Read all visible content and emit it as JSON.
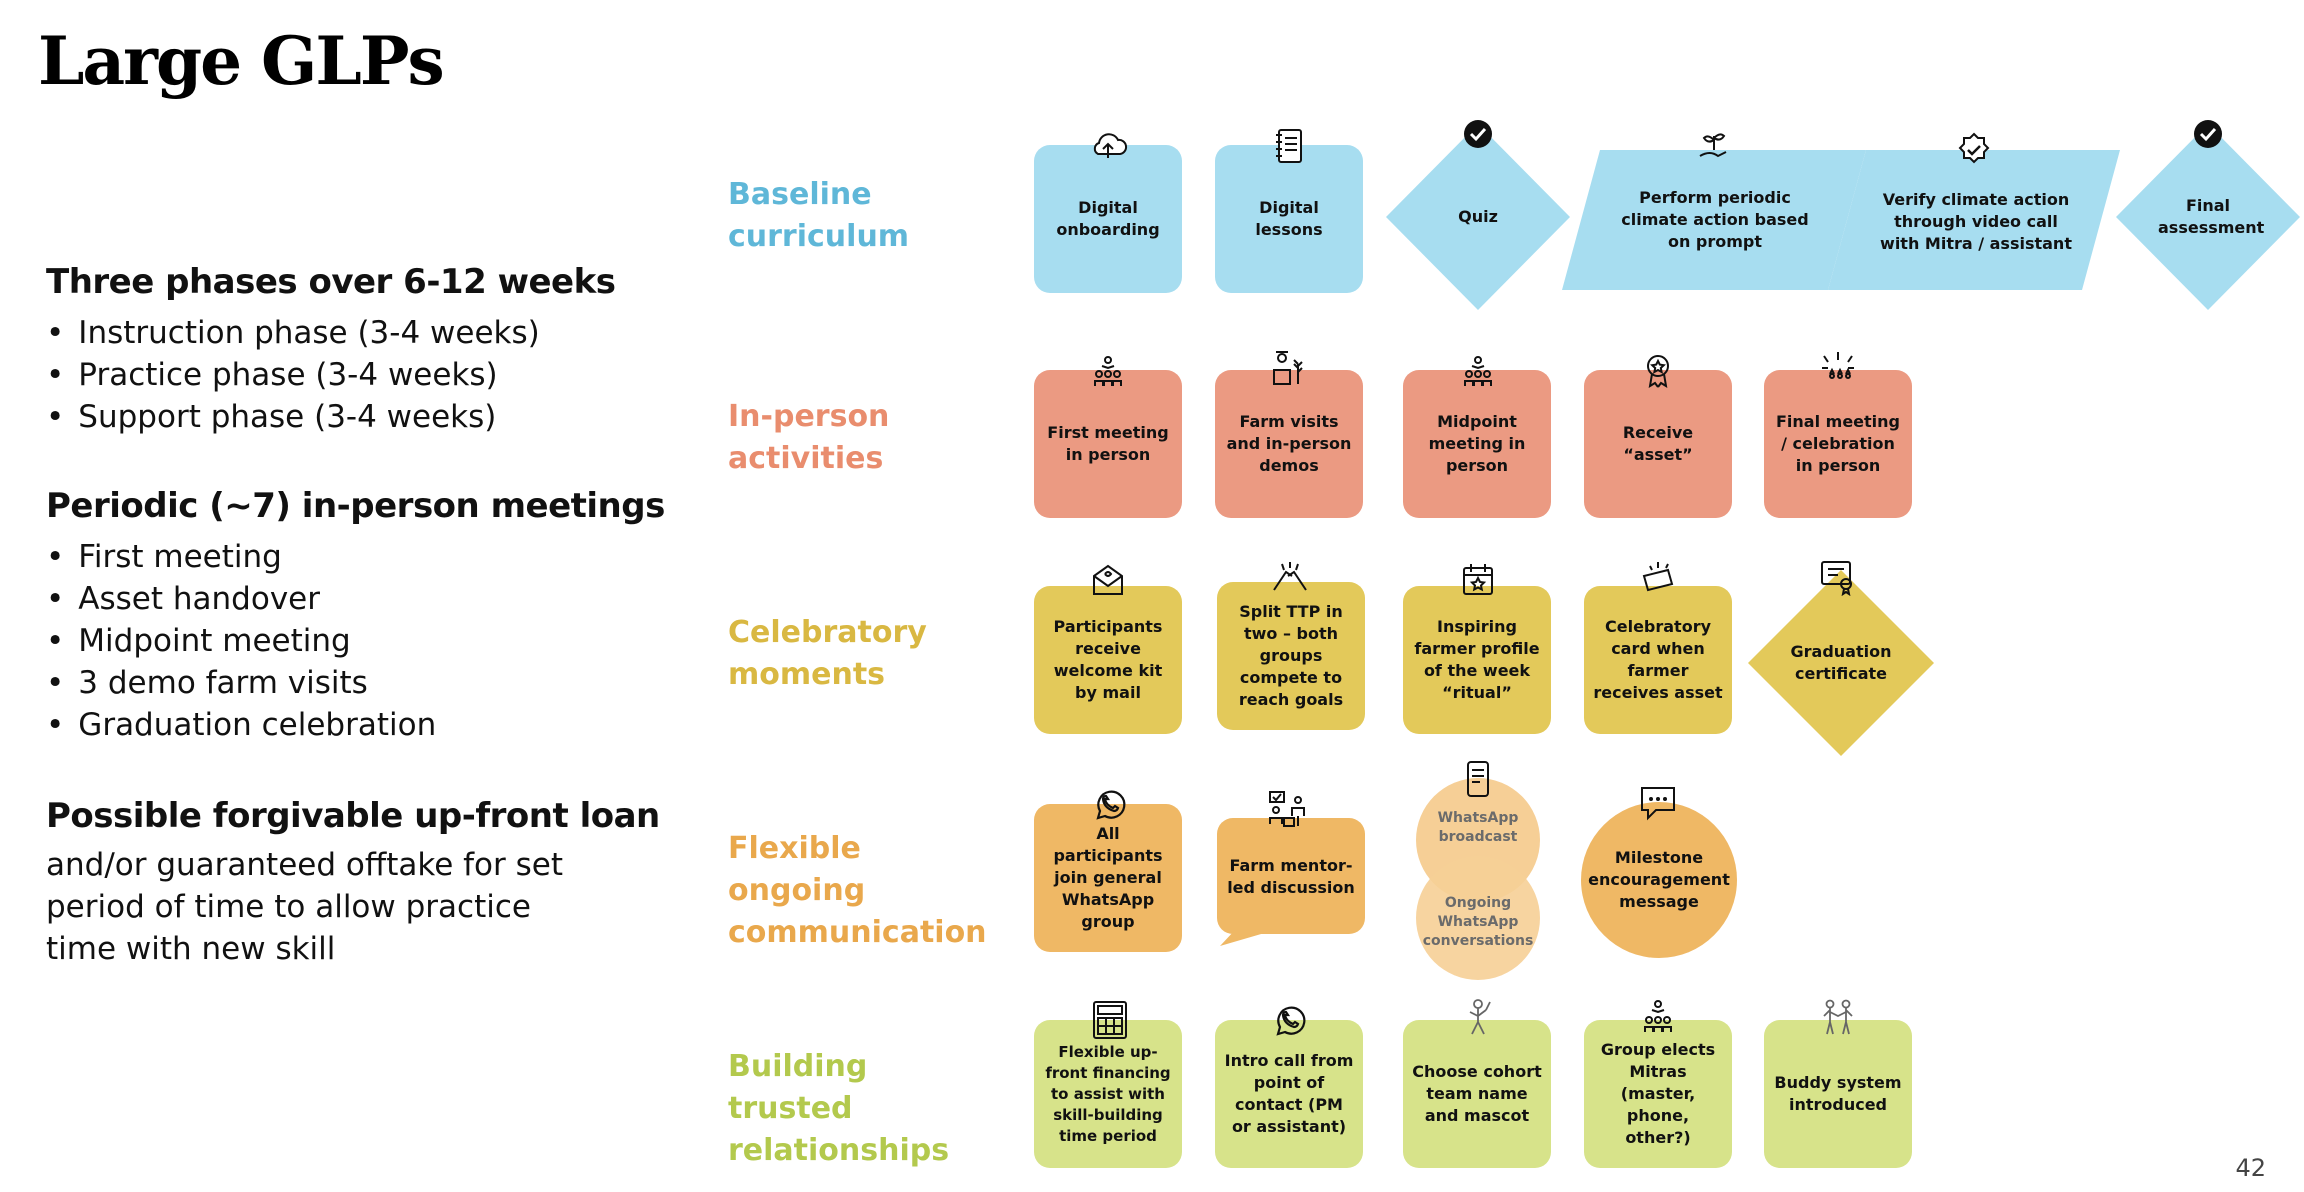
{
  "title": "Large GLPs",
  "page_number": "42",
  "colors": {
    "blue": "#a7ddf0",
    "salmon": "#eb9a82",
    "yellow": "#e3c95a",
    "orange": "#efb865",
    "green": "#d7e38a",
    "label_blue": "#5fb7d8",
    "label_salmon": "#e98d6e",
    "label_yellow": "#d9b842",
    "label_orange": "#e9a84c",
    "label_green": "#b3c94d"
  },
  "left": {
    "h1": "Three phases over 6-12 weeks",
    "phases": [
      "Instruction phase (3-4 weeks)",
      "Practice phase (3-4 weeks)",
      "Support phase (3-4 weeks)"
    ],
    "h2": "Periodic (~7) in-person meetings",
    "meetings": [
      "First meeting",
      "Asset handover",
      "Midpoint meeting",
      "3 demo farm visits",
      "Graduation celebration"
    ],
    "h3": "Possible forgivable up-front loan",
    "p3": "and/or guaranteed offtake for set period of time to allow practice time with new skill"
  },
  "rows": {
    "baseline": {
      "label": "Baseline curriculum",
      "items": [
        "Digital onboarding",
        "Digital lessons",
        "Quiz",
        "Perform periodic climate action based on prompt",
        "Verify climate action through video call with Mitra / assistant",
        "Final assessment"
      ]
    },
    "inperson": {
      "label": "In-person activities",
      "items": [
        "First meeting in person",
        "Farm visits and in-person demos",
        "Midpoint meeting in person",
        "Receive “asset”",
        "Final meeting / celebration in person"
      ]
    },
    "celebratory": {
      "label": "Celebratory moments",
      "items": [
        "Participants receive welcome kit by mail",
        "Split TTP in two – both groups compete to reach goals",
        "Inspiring farmer profile of the week “ritual”",
        "Celebratory card when farmer receives asset",
        "Graduation certificate"
      ]
    },
    "flexible": {
      "label": "Flexible ongoing communication",
      "items": [
        "All participants join general WhatsApp group",
        "Farm mentor-led discussion",
        "WhatsApp broadcast",
        "Ongoing WhatsApp conversations",
        "Milestone encouragement message"
      ]
    },
    "trusted": {
      "label": "Building trusted relationships",
      "items": [
        "Flexible up-front financing to assist with skill-building time period",
        "Intro call from point of contact (PM or assistant)",
        "Choose cohort team name and mascot",
        "Group elects Mitras (master, phone, other?)",
        "Buddy system introduced"
      ]
    }
  },
  "icons": [
    "cloud-upload-icon",
    "notebook-icon",
    "checkmark-icon",
    "plant-hand-icon",
    "verified-badge-icon",
    "group-icon",
    "farm-icon",
    "award-icon",
    "celebration-icon",
    "envelope-icon",
    "high-five-icon",
    "calendar-star-icon",
    "party-card-icon",
    "certificate-icon",
    "whatsapp-icon",
    "mentor-icon",
    "phone-icon",
    "chat-icon",
    "calculator-icon",
    "mascot-icon",
    "buddy-icon"
  ]
}
